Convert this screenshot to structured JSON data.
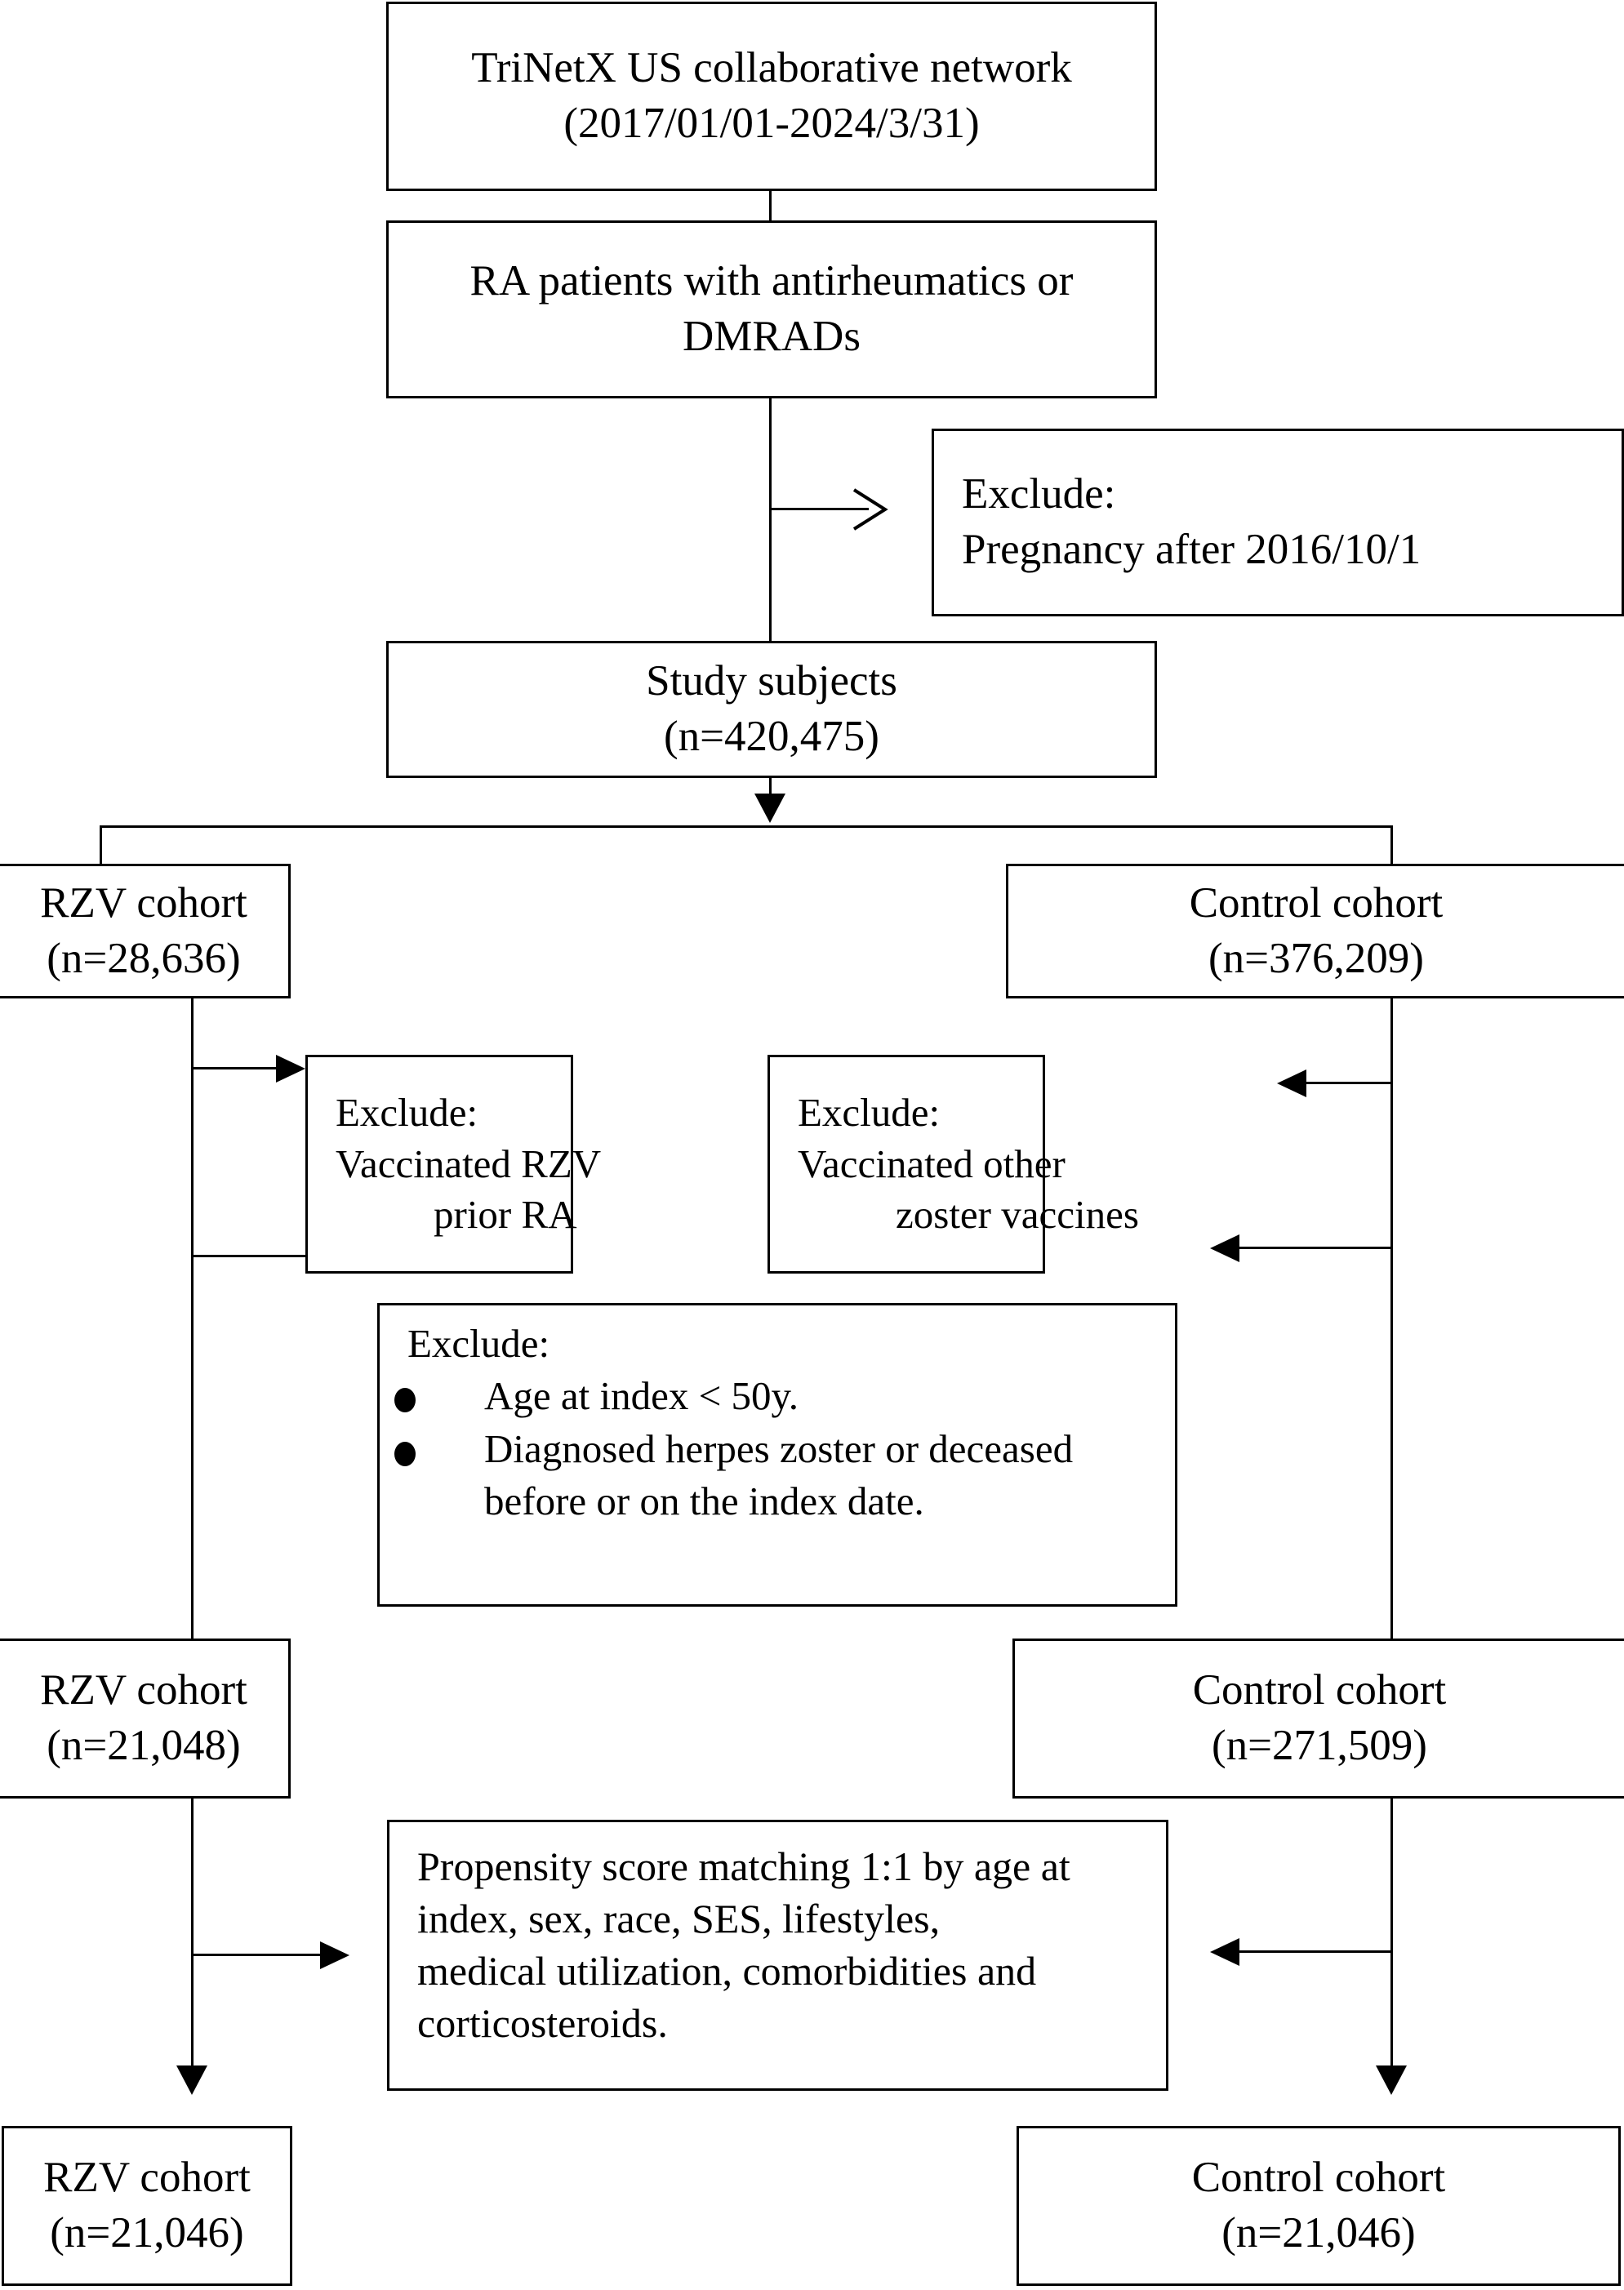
{
  "figure": {
    "type": "study-flow-diagram",
    "title": "RZV vaccination cohort selection flowchart"
  },
  "nodes": {
    "source": {
      "line1": "TriNetX US collaborative network",
      "line2": "(2017/01/01-2024/3/31)"
    },
    "population": {
      "line1": "RA patients with antirheumatics or",
      "line2": "DMRADs"
    },
    "exclude_pregnancy": {
      "line1": "Exclude:",
      "line2": "Pregnancy after 2016/10/1"
    },
    "study_subjects": {
      "line1": "Study subjects",
      "line2": "(n=420,475)"
    },
    "rzv_cohort_1": {
      "line1": "RZV cohort",
      "line2": "(n=28,636)"
    },
    "control_cohort_1": {
      "line1": "Control cohort",
      "line2": "(n=376,209)"
    },
    "exclude_rzv_prior": {
      "line1": "Exclude:",
      "line2": "Vaccinated RZV",
      "line3": "prior RA"
    },
    "exclude_other_zoster": {
      "line1": "Exclude:",
      "line2": "Vaccinated other",
      "line3": "zoster vaccines"
    },
    "exclude_age_hz": {
      "heading": "Exclude:",
      "bullets": [
        "Age at index < 50y.",
        "Diagnosed herpes zoster or deceased before or on the index date."
      ]
    },
    "rzv_cohort_2": {
      "line1": "RZV cohort",
      "line2": "(n=21,048)"
    },
    "control_cohort_2": {
      "line1": "Control cohort",
      "line2": "(n=271,509)"
    },
    "matching": {
      "line1": "Propensity score matching 1:1 by age at",
      "line2": "index, sex, race, SES, lifestyles,",
      "line3": "medical utilization, comorbidities and",
      "line4": "corticosteroids."
    },
    "rzv_cohort_final": {
      "line1": "RZV cohort",
      "line2": "(n=21,046)"
    },
    "control_cohort_final": {
      "line1": "Control cohort",
      "line2": "(n=21,046)"
    }
  },
  "counts": {
    "study_subjects": 420475,
    "rzv_initial": 28636,
    "control_initial": 376209,
    "rzv_after_exclusions": 21048,
    "control_after_exclusions": 271509,
    "rzv_matched": 21046,
    "control_matched": 21046
  },
  "colors": {
    "stroke": "#000000",
    "fill": "#ffffff",
    "text": "#000000"
  }
}
